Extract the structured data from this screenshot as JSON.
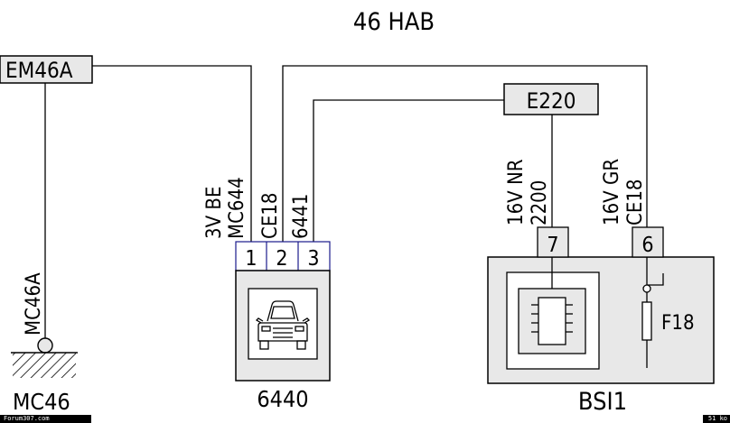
{
  "diagram": {
    "title": "46 HAB",
    "connectors": {
      "em46a": "EM46A",
      "e220": "E220"
    },
    "ground": {
      "wire_label": "MC46A",
      "name": "MC46"
    },
    "component_6440": {
      "name": "6440",
      "pins": [
        "1",
        "2",
        "3"
      ],
      "wire_labels": [
        {
          "color": "3V BE",
          "code": "MC644"
        },
        {
          "color": "",
          "code": "CE18"
        },
        {
          "color": "",
          "code": "6441"
        }
      ]
    },
    "bsi": {
      "name": "BSI1",
      "pins": [
        "7",
        "6"
      ],
      "wire_labels": [
        {
          "color": "16V NR",
          "code": "2200"
        },
        {
          "color": "16V GR",
          "code": "CE18"
        }
      ],
      "fuse_label": "F18"
    }
  },
  "footer": {
    "credit": "Forum307.com",
    "size": "51 ko"
  },
  "colors": {
    "line": "#000000",
    "box_fill": "#e8e8e8",
    "pin_border": "#1a1a8c"
  }
}
